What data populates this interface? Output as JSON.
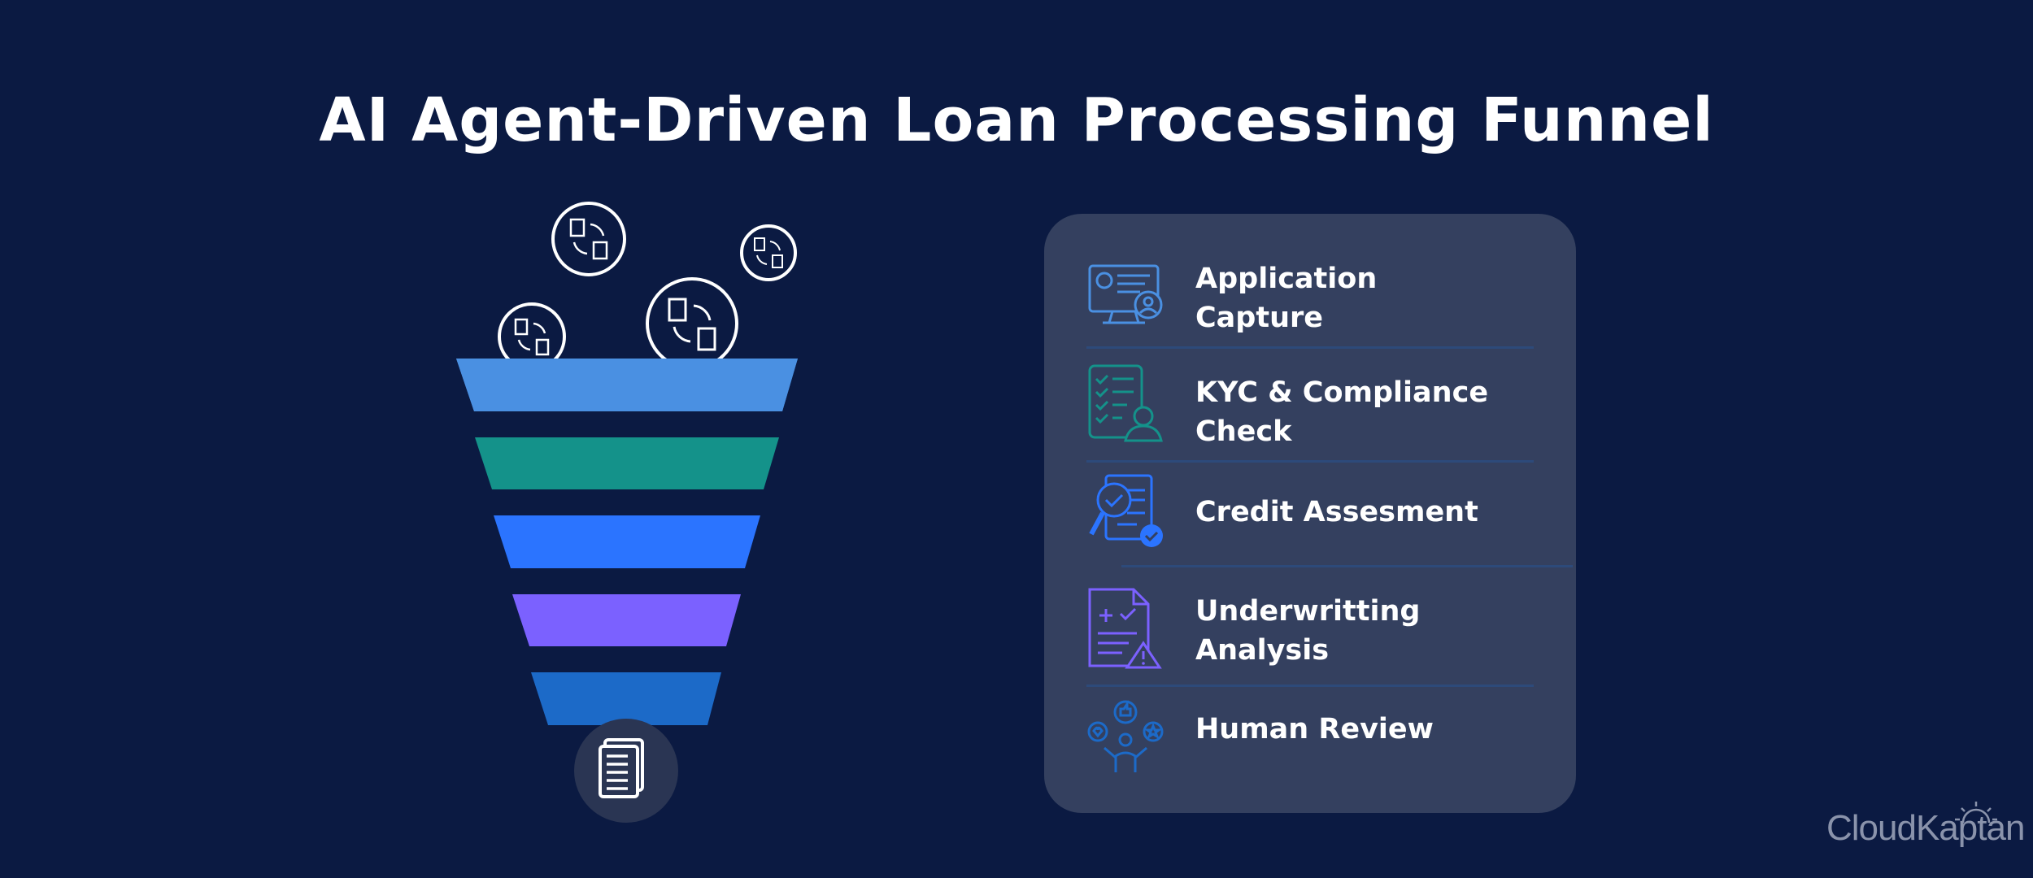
{
  "title": "AI Agent-Driven Loan Processing Funnel",
  "funnel": {
    "stage_colors": [
      "#4a90e2",
      "#14928a",
      "#2b74ff",
      "#7b61ff",
      "#1c6ac8"
    ],
    "icons": {
      "top": "document-exchange-icon",
      "bottom": "document-list-icon"
    }
  },
  "steps": [
    {
      "label_line1": "Application",
      "label_line2": "Capture",
      "icon": "computer-user-icon",
      "color": "#4a90e2"
    },
    {
      "label_line1": "KYC & Compliance",
      "label_line2": "Check",
      "icon": "checklist-person-icon",
      "color": "#14928a"
    },
    {
      "label_line1": "Credit Assesment",
      "label_line2": "",
      "icon": "document-magnify-check-icon",
      "color": "#2b74ff"
    },
    {
      "label_line1": "Underwritting",
      "label_line2": "Analysis",
      "icon": "document-warning-icon",
      "color": "#7b61ff"
    },
    {
      "label_line1": "Human Review",
      "label_line2": "",
      "icon": "reviewer-feedback-icon",
      "color": "#1c6ac8"
    }
  ],
  "brand": {
    "logo_text": "CloudKaptan"
  }
}
